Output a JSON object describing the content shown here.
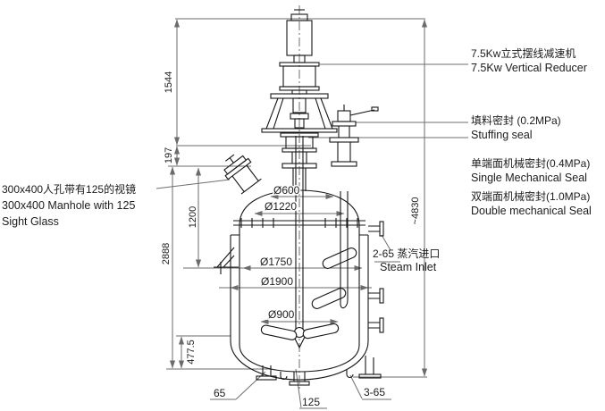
{
  "callouts": {
    "reducer": {
      "zh": "7.5Kw立式摆线减速机",
      "en": "7.5Kw Vertical Reducer"
    },
    "stuffing_seal": {
      "zh": "填料密封 (0.2MPa)",
      "en": "Stuffing seal"
    },
    "single_seal": {
      "zh": "单端面机械密封(0.4MPa)",
      "en": "Single Mechanical Seal"
    },
    "double_seal": {
      "zh": "双端面机械密封(1.0MPa)",
      "en": "Double mechanical Seal"
    },
    "manhole": {
      "zh": "300x400人孔带有125的视镜",
      "en_line1": "300x400 Manhole with 125",
      "en_line2": "Sight Glass"
    },
    "steam_inlet": {
      "zh": "2-65 蒸汽进口",
      "en": "Steam Inlet"
    }
  },
  "dimensions": {
    "upper_height": "1544",
    "gland_height": "197",
    "body_height": "2888",
    "level_height": "1200",
    "bottom_height": "477.5",
    "overall_height": "~4830",
    "dia_manway": "Ø600",
    "dia_nozzle_circle": "Ø1220",
    "dia_inner": "Ø1750",
    "dia_jacket": "Ø1900",
    "dia_agitator": "Ø900",
    "nozzle_bottom_left": "65",
    "nozzle_bottom_center": "125",
    "nozzle_feet": "3-65"
  },
  "colors": {
    "background": "#ffffff",
    "outline": "#161616",
    "dimension_line": "#6b6b6b",
    "text": "#1c1c1c"
  }
}
